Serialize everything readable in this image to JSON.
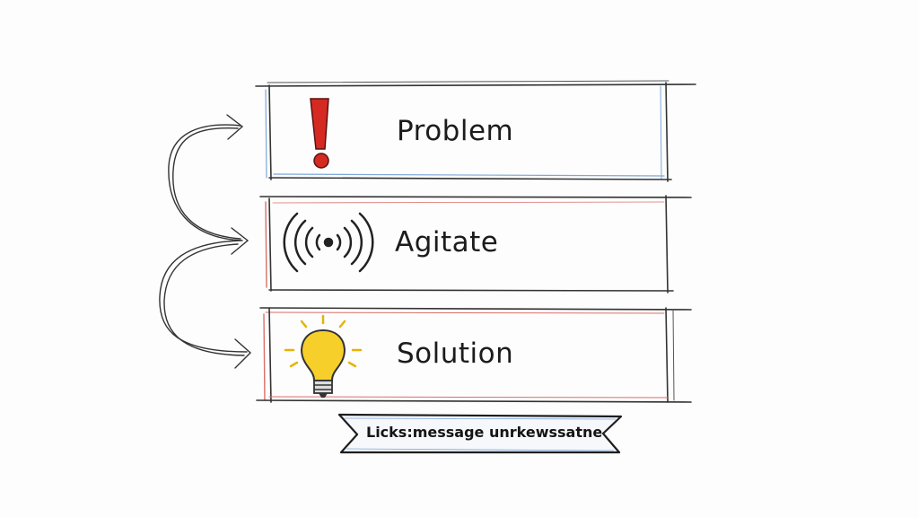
{
  "stages": [
    {
      "label": "Problem",
      "icon": "exclamation-icon",
      "accent": "#d42a22"
    },
    {
      "label": "Agitate",
      "icon": "sound-waves-icon",
      "accent": "#222222"
    },
    {
      "label": "Solution",
      "icon": "lightbulb-icon",
      "accent": "#f2c21a"
    }
  ],
  "banner": {
    "text": "Licks:message unrkewssatne"
  },
  "colors": {
    "ink": "#2a2a2a",
    "blue_edge": "#7fa7d8",
    "red_edge": "#d9706a"
  }
}
